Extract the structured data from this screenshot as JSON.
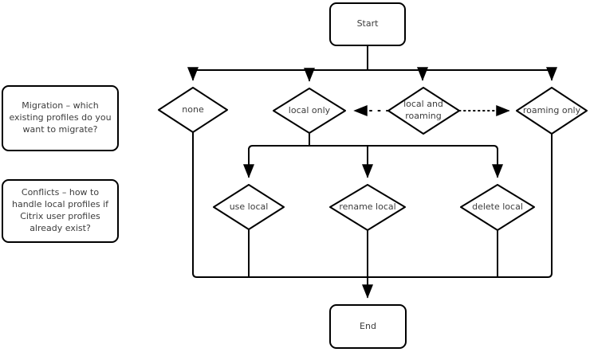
{
  "diagram": {
    "type": "flowchart",
    "colors": {
      "background": "#ffffff",
      "stroke": "#000000",
      "text": "#3c3c3c",
      "shape_fill": "#ffffff"
    },
    "nodes": {
      "start": {
        "label": "Start",
        "shape": "rounded-rect"
      },
      "migration_question": {
        "label": "Migration – which existing profiles do you want to migrate?",
        "shape": "rounded-rect"
      },
      "conflicts_question": {
        "label": "Conflicts – how to handle local profiles if Citrix user profiles already exist?",
        "shape": "rounded-rect"
      },
      "none": {
        "label": "none",
        "shape": "diamond"
      },
      "local_only": {
        "label": "local only",
        "shape": "diamond"
      },
      "local_and_roaming": {
        "label": "local and roaming",
        "shape": "diamond"
      },
      "roaming_only": {
        "label": "roaming only",
        "shape": "diamond"
      },
      "use_local": {
        "label": "use local",
        "shape": "diamond"
      },
      "rename_local": {
        "label": "rename local",
        "shape": "diamond"
      },
      "delete_local": {
        "label": "delete local",
        "shape": "diamond"
      },
      "end": {
        "label": "End",
        "shape": "rounded-rect"
      }
    },
    "edges": [
      {
        "from": "start",
        "to": "none",
        "style": "solid-arrow"
      },
      {
        "from": "start",
        "to": "local_only",
        "style": "solid-arrow"
      },
      {
        "from": "start",
        "to": "local_and_roaming",
        "style": "solid-arrow"
      },
      {
        "from": "start",
        "to": "roaming_only",
        "style": "solid-arrow"
      },
      {
        "from": "local_and_roaming",
        "to": "local_only",
        "style": "dotted-arrow"
      },
      {
        "from": "local_and_roaming",
        "to": "roaming_only",
        "style": "dotted-arrow"
      },
      {
        "from": "local_only",
        "to": "use_local",
        "style": "solid-arrow"
      },
      {
        "from": "local_only",
        "to": "rename_local",
        "style": "solid-arrow"
      },
      {
        "from": "local_only",
        "to": "delete_local",
        "style": "solid-arrow"
      },
      {
        "from": "none",
        "to": "end",
        "style": "solid"
      },
      {
        "from": "use_local",
        "to": "end",
        "style": "solid"
      },
      {
        "from": "rename_local",
        "to": "end",
        "style": "solid-arrow"
      },
      {
        "from": "delete_local",
        "to": "end",
        "style": "solid"
      },
      {
        "from": "roaming_only",
        "to": "end",
        "style": "solid"
      }
    ]
  }
}
